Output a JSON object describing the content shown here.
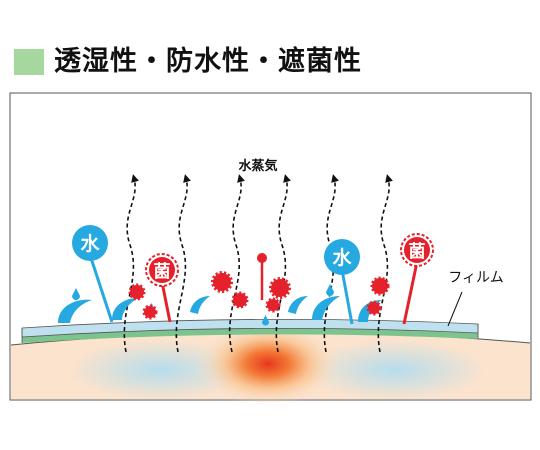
{
  "header": {
    "title": "透湿性・防水性・遮菌性",
    "square_color": "#a6d79f"
  },
  "diagram": {
    "vapor_label": "水蒸気",
    "film_label": "フィルム",
    "water_badge": "水",
    "bacteria_badge": "菌",
    "colors": {
      "water": "#25a9e0",
      "bacteria": "#e5212b",
      "film_fill": "#bfe0ee",
      "film_base": "#7cc38e",
      "skin": "#fbe3cd"
    }
  }
}
